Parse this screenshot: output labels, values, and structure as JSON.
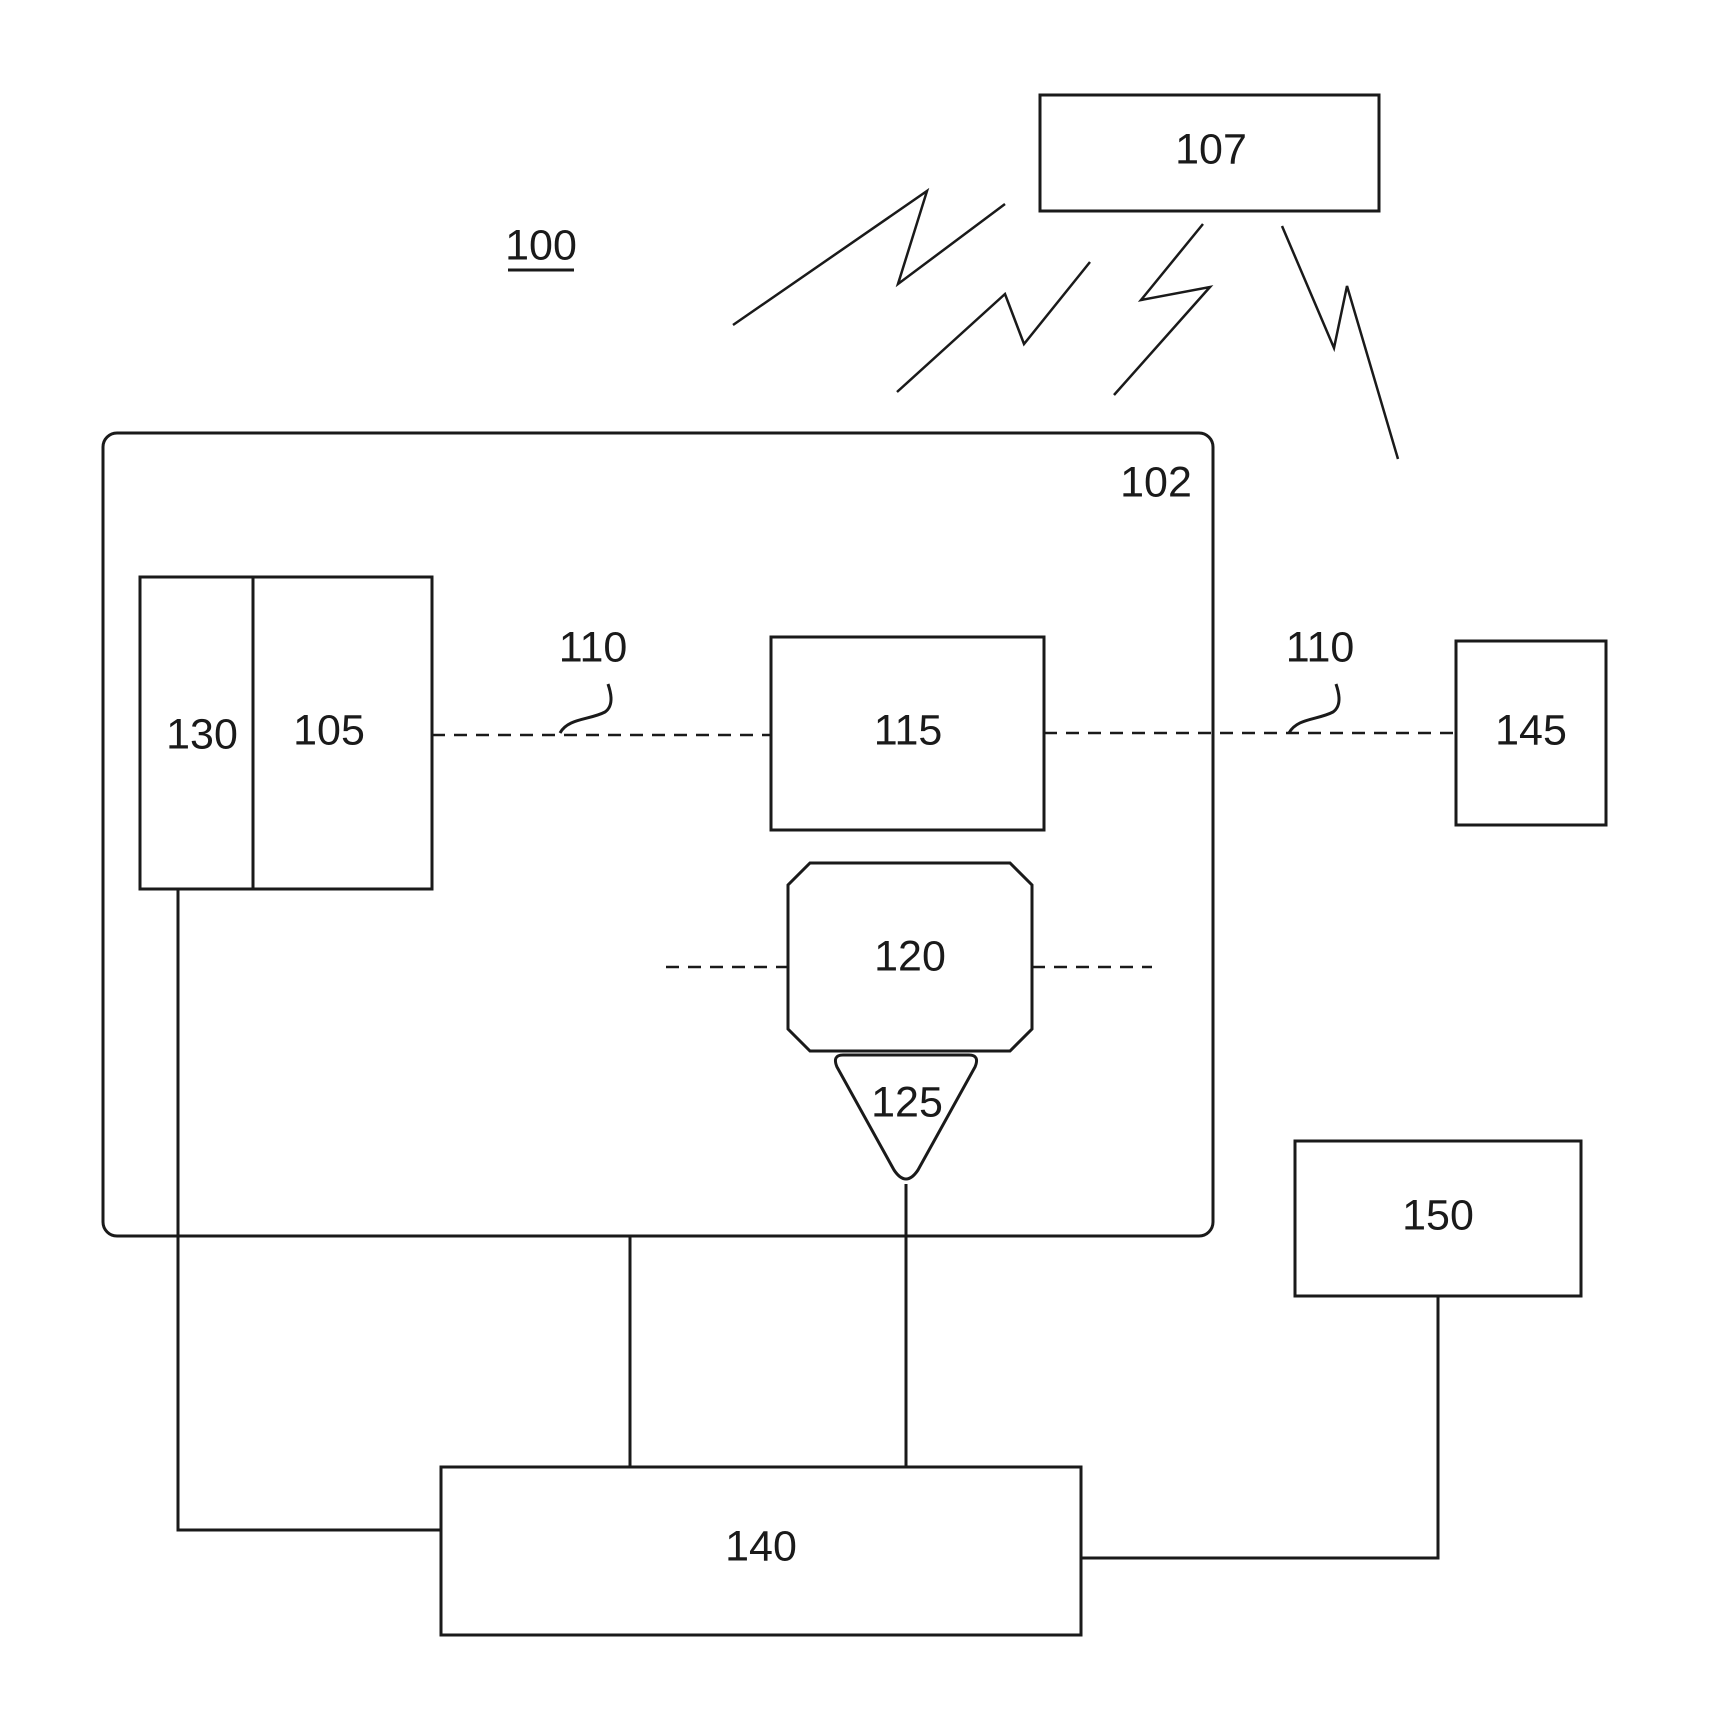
{
  "diagram": {
    "labels": {
      "system": "100",
      "enclosure": "102",
      "remote": "107",
      "link_left": "110",
      "link_right": "110",
      "block_130": "130",
      "block_105": "105",
      "block_115": "115",
      "block_120": "120",
      "block_125": "125",
      "block_145": "145",
      "block_140": "140",
      "block_150": "150"
    }
  }
}
